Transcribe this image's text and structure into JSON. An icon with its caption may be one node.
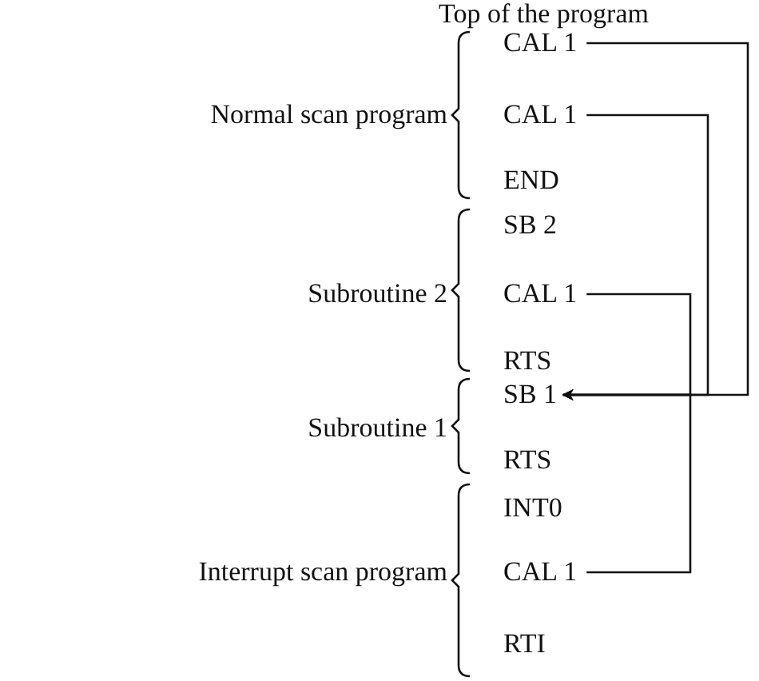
{
  "diagram": {
    "title": "Top of the program",
    "nodes": [
      {
        "text": [
          "Normal scan program"
        ]
      },
      {
        "text": [
          "CAL 1"
        ],
        "in": 0
      },
      {
        "text": [
          "CAL 1"
        ],
        "in": 0
      },
      {
        "text": [
          "END"
        ],
        "in": 0
      },
      {
        "text": [
          "Subroutine 2"
        ]
      },
      {
        "text": [
          "SB 2"
        ],
        "in": 4
      },
      {
        "text": [
          "CAL 1"
        ],
        "in": 4
      },
      {
        "text": [
          "RTS"
        ],
        "in": 4
      },
      {
        "text": [
          "Subroutine 1"
        ]
      },
      {
        "text": [
          "SB 1"
        ],
        "in": 8
      },
      {
        "text": [
          "RTS"
        ],
        "in": 8
      },
      {
        "text": [
          "Interrupt scan program"
        ]
      },
      {
        "text": [
          "INT0"
        ],
        "in": 11
      },
      {
        "text": [
          "CAL 1"
        ],
        "in": 11
      },
      {
        "text": [
          "RTI"
        ],
        "in": 11
      }
    ],
    "edges": [
      {
        "from": 1,
        "to": 9,
        "arrow": "to"
      },
      {
        "from": 2,
        "to": 9,
        "arrow": "to"
      },
      {
        "from": 6,
        "to": 9,
        "arrow": "to"
      },
      {
        "from": 13,
        "to": 9,
        "arrow": "to"
      }
    ]
  }
}
